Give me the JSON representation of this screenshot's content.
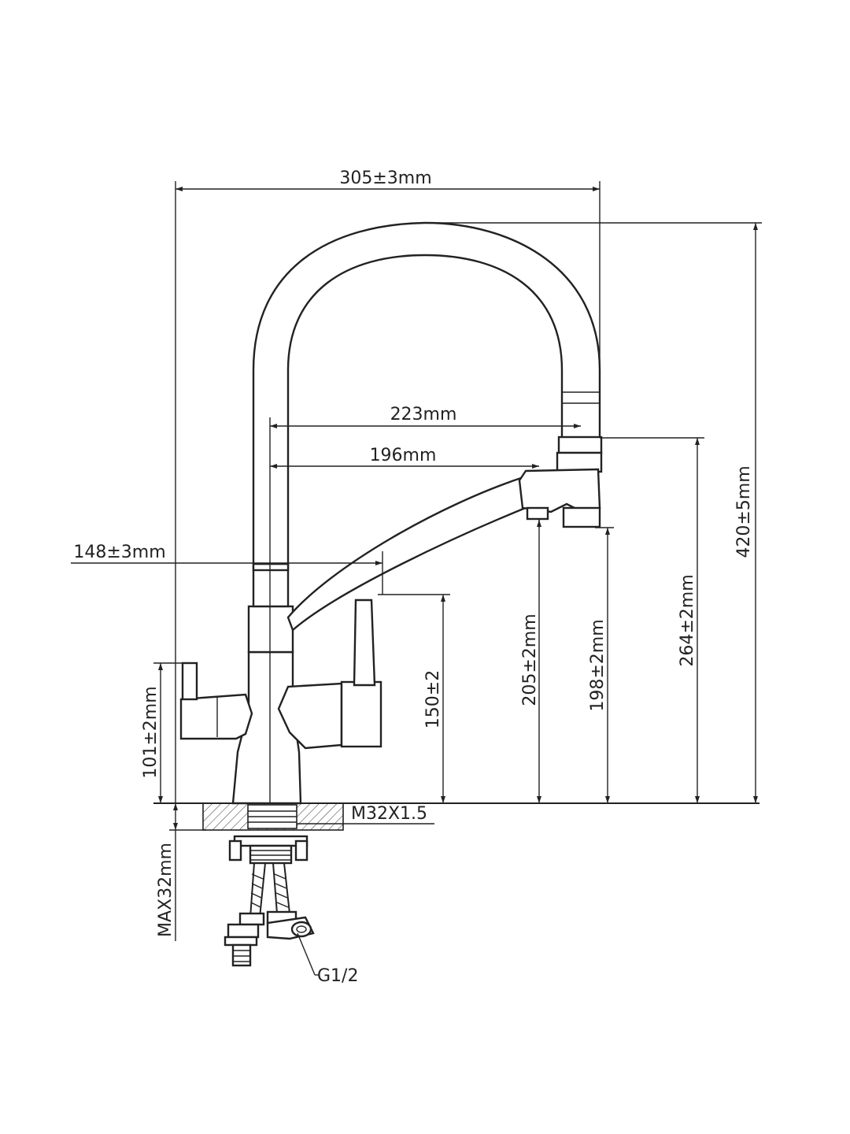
{
  "dimensions": {
    "overall_width": "305±3mm",
    "spout_reach_outer": "223mm",
    "spout_reach_inner": "196mm",
    "side_offset": "148±3mm",
    "total_height": "420±5mm",
    "outlet_height_main": "264±2mm",
    "outlet_height_filter_a": "205±2mm",
    "outlet_height_filter_b": "198±2mm",
    "lever_height_right": "150±2",
    "lever_height_left": "101±2mm",
    "max_counter_thickness": "MAX32mm"
  },
  "threads": {
    "mount_thread": "M32X1.5",
    "hose_thread": "G1/2"
  }
}
